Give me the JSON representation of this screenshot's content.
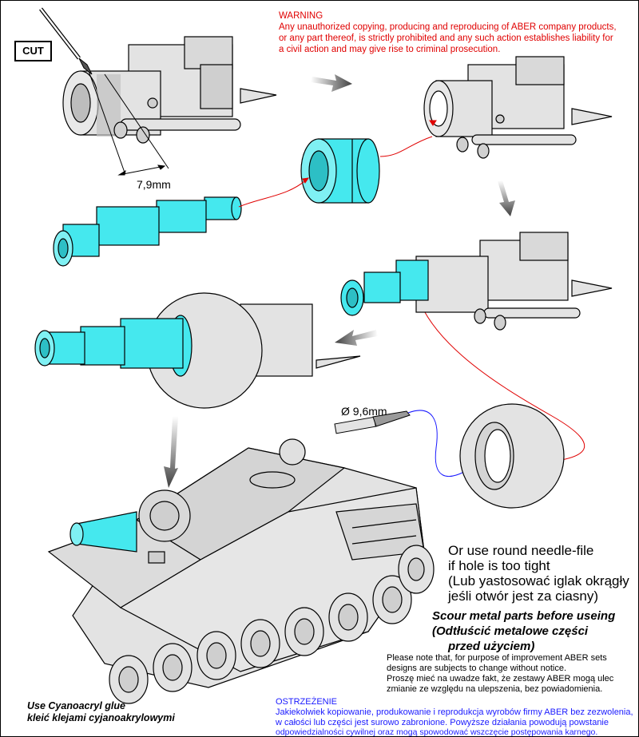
{
  "cut_label": "CUT",
  "dimensions": {
    "cut_length": "7,9mm",
    "drill_diameter": "Ø 9,6mm"
  },
  "warning": {
    "title": "WARNING",
    "lines": [
      "Any unauthorized copying, producing and reproducing of ABER company products,",
      "or any part thereof, is strictly prohibited and any such action establishes liability for",
      "a civil action and may give rise to criminal prosecution."
    ]
  },
  "needle_file": {
    "lines": [
      "Or use round needle-file",
      "if hole is too tight",
      "(Lub yastosować iglak okrągły",
      "jeśli otwór jest za ciasny)"
    ]
  },
  "scour": {
    "lines": [
      "Scour metal parts before useing",
      "(Odtłuścić metalowe części",
      "przed użyciem)"
    ]
  },
  "notice": {
    "lines": [
      "Please note that, for purpose of improvement ABER sets",
      "designs are subjects to change without notice.",
      "Proszę mieć na uwadze fakt, że zestawy ABER mogą ulec",
      "zmianie ze względu na ulepszenia, bez powiadomienia."
    ]
  },
  "ostrzezenie": {
    "title": "OSTRZEŻENIE",
    "lines": [
      "Jakiekolwiek kopiowanie, produkowanie i reprodukcja wyrobów firmy ABER bez zezwolenia,",
      "w całości lub części jest surowo zabronione. Powyższe działania powodują powstanie",
      "odpowiedzialności cywilnej oraz mogą spowodować wszczęcie postępowania karnego."
    ]
  },
  "glue": {
    "lines": [
      "Use Cyanoacryl glue",
      "kleić klejami cyjanoakrylowymi"
    ]
  },
  "colors": {
    "part": "#45e8ee",
    "body": "#e3e3e3",
    "warning": "#e00000",
    "polish_warning": "#1a1aff",
    "arrow": "#555555"
  }
}
